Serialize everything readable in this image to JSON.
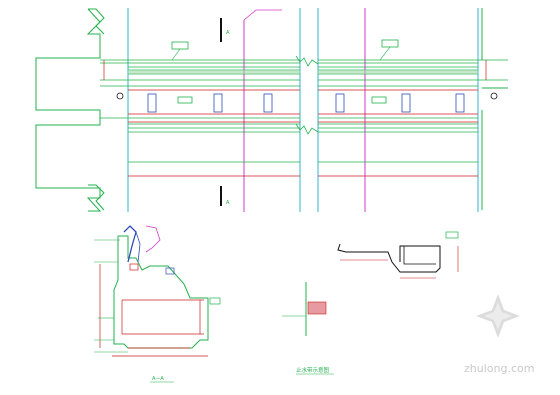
{
  "plan": {
    "section_mark_top": "A",
    "section_mark_bottom": "A",
    "leader_top": "",
    "tag_left": "",
    "tag_right": "",
    "tag_center_left": "",
    "tag_center_right": "",
    "side_note_left": "",
    "side_note_right": "",
    "zone_label": ""
  },
  "section": {
    "title": "A—A"
  },
  "detail": {
    "title": "止水带示意图",
    "tag": "",
    "note": ""
  },
  "watermark": {
    "text": "zhulong.com"
  },
  "colors": {
    "green": "#22b14c",
    "cyan": "#2fb8c8",
    "magenta": "#d23cc8",
    "red": "#cc1f1f",
    "blue": "#2f4bb8",
    "black": "#222222",
    "watermark": "#c9c9c9"
  }
}
